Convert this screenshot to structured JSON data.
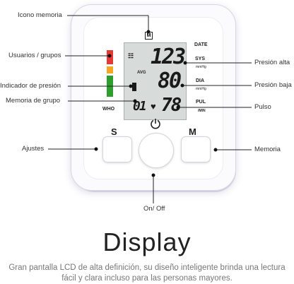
{
  "labels": {
    "icono_memoria": "Icono memoria",
    "usuarios": "Usuarios / grupos",
    "indicador": "Indicador de presión",
    "memoria_grupo": "Memoria de grupo",
    "ajustes": "Ajustes",
    "onoff": "On/ Off",
    "presion_alta": "Presión alta",
    "presion_baja": "Presión baja",
    "pulso": "Pulso",
    "memoria": "Memoria"
  },
  "lcd": {
    "m_icon": "M",
    "date": "DATE",
    "avg": "AVG",
    "who": "WHO",
    "sys": "SYS",
    "sys_unit": "mmHg",
    "dia": "DIA",
    "dia_unit": "mmHg",
    "pul": "PUL",
    "pul_unit": "/MIN",
    "sys_value": "123",
    "dia_value": "80",
    "pul_value": "78",
    "memory_value": "01"
  },
  "buttons": {
    "s": "S",
    "m": "M"
  },
  "colors": {
    "bar_red": "#e53935",
    "bar_orange": "#f5a623",
    "bar_green": "#2e9e2e"
  },
  "heading": "Display",
  "description": "Gran pantalla LCD de alta definición, su diseño inteligente brinda una lectura fácil y clara incluso para las personas mayores."
}
